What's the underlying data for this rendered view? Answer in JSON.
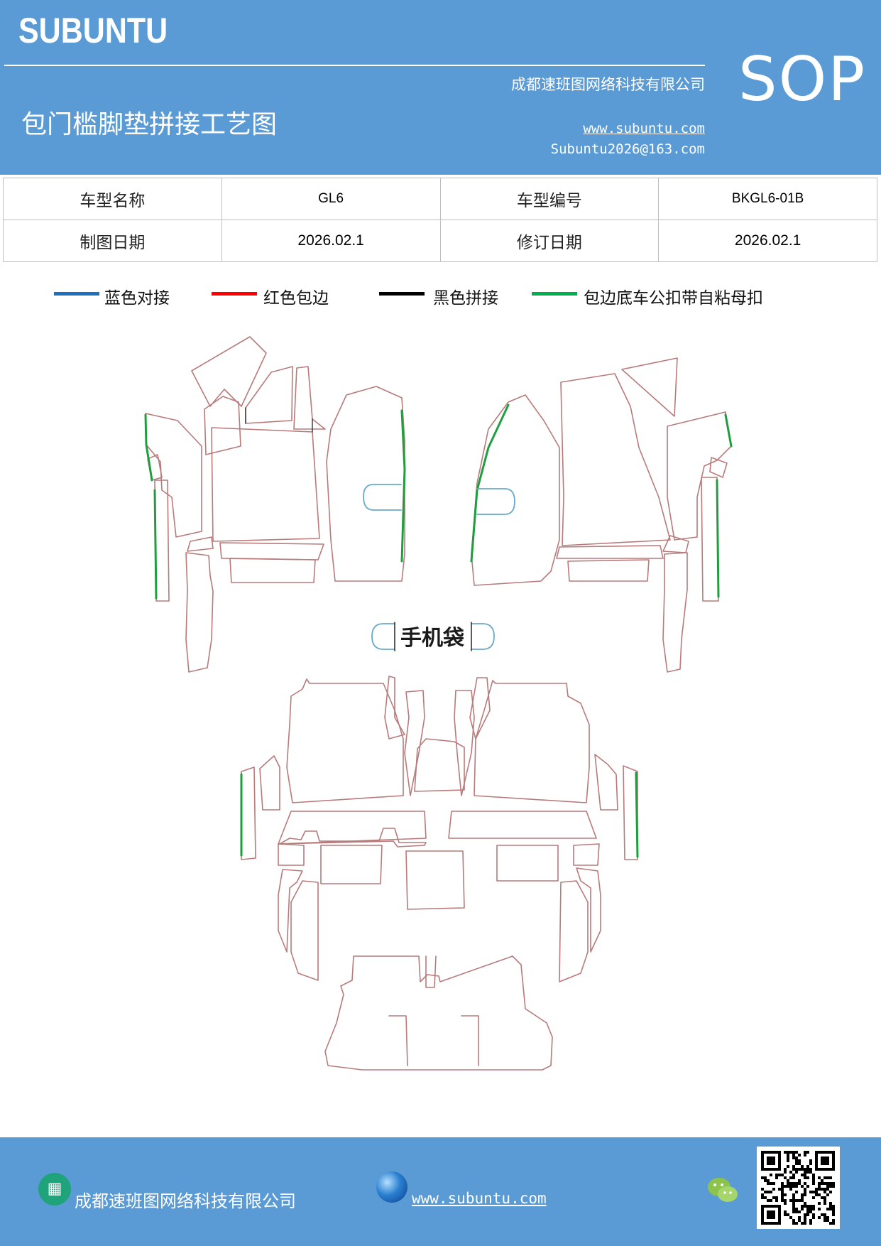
{
  "header": {
    "brand": "SUBUNTU",
    "badge": "SOP",
    "company": "成都速班图网络科技有限公司",
    "title": "包门槛脚垫拼接工艺图",
    "website": "www.subuntu.com",
    "email": "Subuntu2026@163.com"
  },
  "info_table": {
    "row1": {
      "label1": "车型名称",
      "value1": "GL6",
      "label2": "车型编号",
      "value2": "BKGL6-01B"
    },
    "row2": {
      "label1": "制图日期",
      "value1": "2026.02.1",
      "label2": "修订日期",
      "value2": "2026.02.1"
    }
  },
  "legend": [
    {
      "label": "蓝色对接",
      "color": "#1f6fbf"
    },
    {
      "label": "红色包边",
      "color": "#ff0000"
    },
    {
      "label": "黑色拼接",
      "color": "#000000"
    },
    {
      "label": "包边底车公扣带自粘母扣",
      "color": "#00b050"
    }
  ],
  "drawing": {
    "phone_bag_label": "手机袋",
    "colors": {
      "outline": "#b87a7a",
      "seam": "#333333",
      "velcro": "#1e9e3e",
      "pocket": "#6aa9c9"
    }
  },
  "footer": {
    "company": "成都速班图网络科技有限公司",
    "website": "www.subuntu.com"
  }
}
